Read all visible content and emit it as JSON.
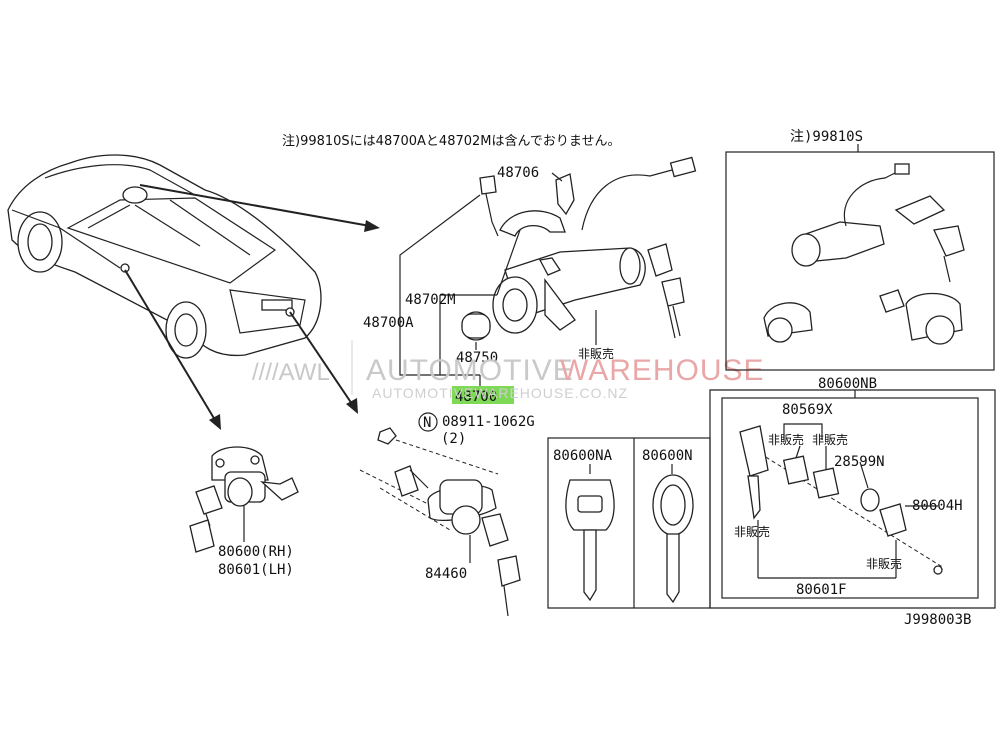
{
  "header_note": "注)99810Sには48700Aと48702Mは含んでおりません。",
  "kit_note": "注)99810S",
  "diagram_code": "J998003B",
  "watermark": {
    "awl": "////AWL",
    "word1": "AUTOMOTIVE",
    "word2": "WAREHOUSE",
    "url": "AUTOMOTIVEWAREHOUSE.CO.NZ"
  },
  "labels": {
    "p48706": "48706",
    "p48702m": "48702M",
    "p48700a": "48700A",
    "p48750": "48750",
    "p48700": "48700",
    "not_for_sale": "非販売",
    "bolt": "08911-1062G",
    "bolt_circle": "N",
    "bolt_qty": "(2)",
    "p84460": "84460",
    "door_rh": "80600(RH)",
    "door_lh": "80601(LH)",
    "p80600na": "80600NA",
    "p80600n": "80600N",
    "p80600nb": "80600NB",
    "p80569x": "80569X",
    "p28599n": "28599N",
    "p80604h": "80604H",
    "p80601f": "80601F"
  },
  "highlight_color": "#7ed957"
}
